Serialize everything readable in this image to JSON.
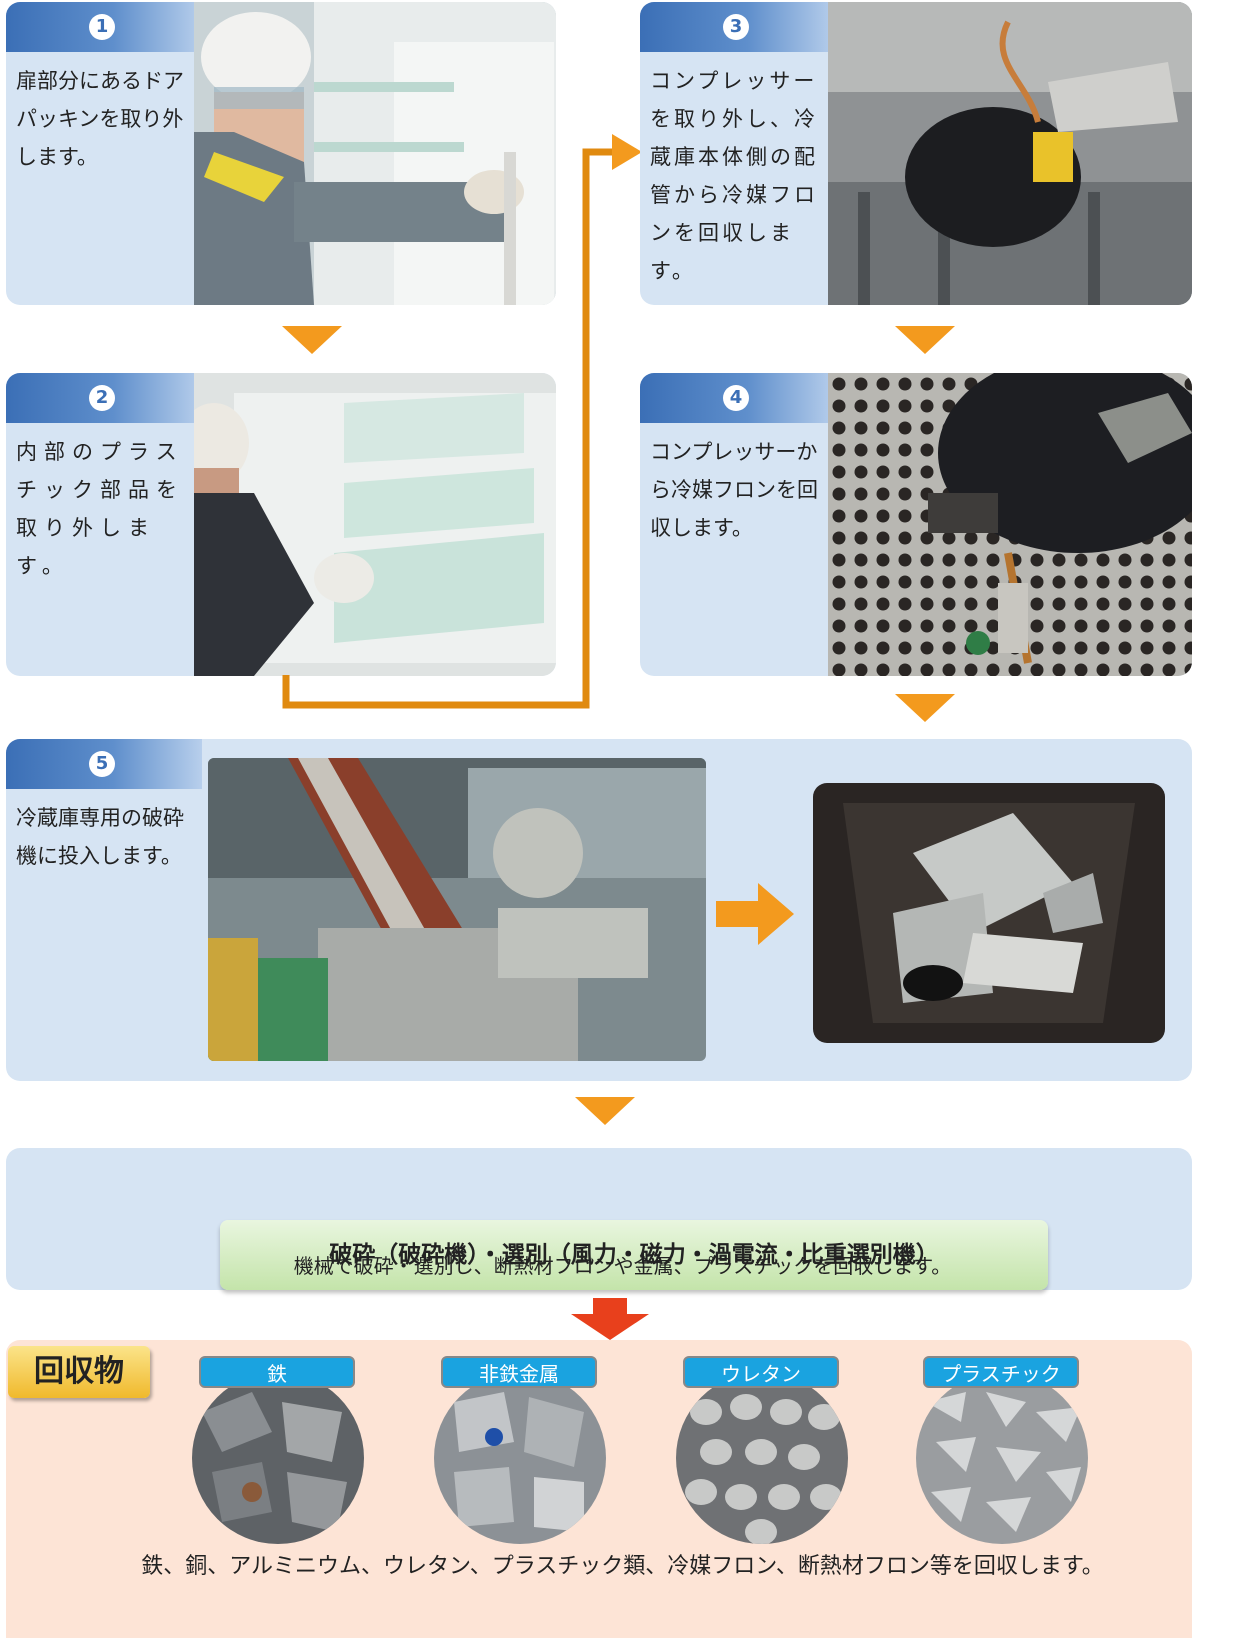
{
  "steps": [
    {
      "num": "1",
      "text": "扉部分にあるドアパッキンを取り外します。",
      "icon": "worker-removing-door-gasket-photo"
    },
    {
      "num": "2",
      "text": "内部のプラスチック部品を取り外します。",
      "icon": "worker-removing-plastic-parts-photo"
    },
    {
      "num": "3",
      "text": "コンプレッサーを取り外し、冷蔵庫本体側の配管から冷媒フロンを回収します。",
      "icon": "compressor-photo"
    },
    {
      "num": "4",
      "text": "コンプレッサーから冷媒フロンを回収します。",
      "icon": "compressor-refrigerant-recovery-photo"
    },
    {
      "num": "5",
      "text": "冷蔵庫専用の破砕機に投入します。",
      "icon": "shredder-conveyor-photo"
    }
  ],
  "stage": {
    "title": "破砕（破砕機）・選別（風力・磁力・渦電流・比重選別機）",
    "description": "機械で破砕・選別し、断熱材フロンや金属、プラスチックを回収します。"
  },
  "recovered": {
    "title": "回収物",
    "materials": [
      {
        "label": "鉄"
      },
      {
        "label": "非鉄金属"
      },
      {
        "label": "ウレタン"
      },
      {
        "label": "プラスチック"
      }
    ],
    "summary": "鉄、銅、アルミニウム、ウレタン、プラスチック類、冷媒フロン、断熱材フロン等を回収します。"
  },
  "colors": {
    "card_bg": "#d6e4f3",
    "step_header": "#3b6fb6",
    "arrow_orange": "#f39a1e",
    "arrow_red": "#e8401c",
    "recovered_bg": "#fde4d6",
    "label_blue": "#1aa3e0"
  }
}
